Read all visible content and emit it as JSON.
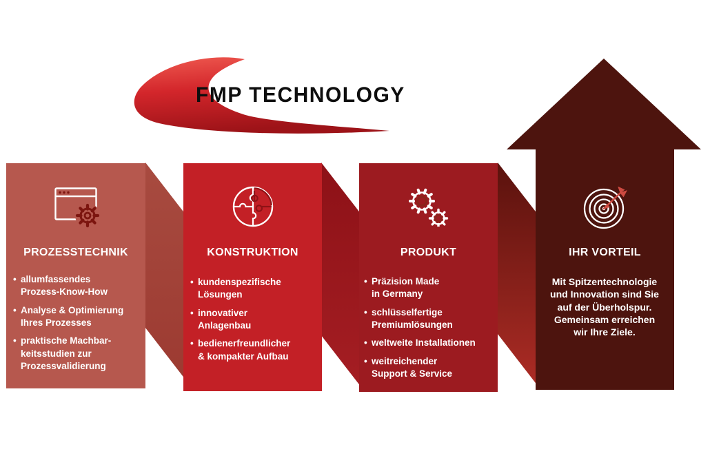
{
  "logo": {
    "text": "FMP TECHNOLOGY",
    "swoosh_color_top": "#ef5a50",
    "swoosh_color_bottom": "#9d1318",
    "text_color": "#0e0e0e"
  },
  "ui": {
    "bullet_char": "•",
    "background": "#ffffff",
    "fold_colors": [
      "#a84b40",
      "#8d1117",
      "#5a120d"
    ]
  },
  "panels": [
    {
      "id": "prozesstechnik",
      "title": "PROZESSTECHNIK",
      "icon": "browser-gear-icon",
      "color": "#b6584e",
      "bullets": [
        "allumfassendes\nProzess-Know-How",
        "Analyse & Optimierung\nIhres Prozesses",
        "praktische Machbar-\nkeitsstudien zur\nProzessvalidierung"
      ]
    },
    {
      "id": "konstruktion",
      "title": "KONSTRUKTION",
      "icon": "globe-puzzle-icon",
      "color": "#c32026",
      "bullets": [
        "kundenspezifische\nLösungen",
        "innovativer\nAnlagenbau",
        "bedienerfreundlicher\n& kompakter Aufbau"
      ]
    },
    {
      "id": "produkt",
      "title": "PRODUKT",
      "icon": "gears-icon",
      "color": "#9c1b20",
      "bullets": [
        "Präzision Made\nin Germany",
        "schlüsselfertige\nPremiumlösungen",
        "weltweite Installationen",
        "weitreichender\nSupport & Service"
      ]
    },
    {
      "id": "ihr-vorteil",
      "title": "IHR VORTEIL",
      "icon": "target-dart-icon",
      "color": "#4d140e",
      "shape": "up-arrow",
      "paragraph": "Mit Spitzentechnologie\nund Innovation sind Sie\nauf der Überholspur.\nGemeinsam erreichen\nwir Ihre Ziele."
    }
  ]
}
